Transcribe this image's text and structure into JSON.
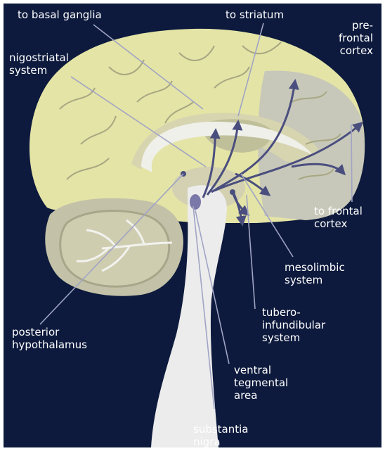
{
  "labels": {
    "to_basal_ganglia": "to basal ganglia",
    "to_striatum": "to striatum",
    "nigostriatal": [
      "nigostriatal",
      "system"
    ],
    "prefrontal": [
      "pre-",
      "frontal",
      "cortex"
    ],
    "to_frontal": [
      "to frontal",
      "cortex"
    ],
    "mesolimbic": [
      "mesolimbic",
      "system"
    ],
    "tubero": [
      "tubero-",
      "infundibular",
      "system"
    ],
    "posterior": [
      "posterior",
      "hypothalamus"
    ],
    "ventral": [
      "ventral",
      "tegmental",
      "area"
    ],
    "substantia": [
      "substantia",
      "nigra"
    ]
  },
  "colors": {
    "background": "#0d1a3d",
    "cortex": "#e3e4a6",
    "frontal_cortex": "#c7c8b9",
    "limbic": "#d7d5b0",
    "cerebellum": "#c3c2a8",
    "brainstem": "#ececec",
    "pathway": "#4a4e7e",
    "label_line": "#a1a4c4"
  }
}
